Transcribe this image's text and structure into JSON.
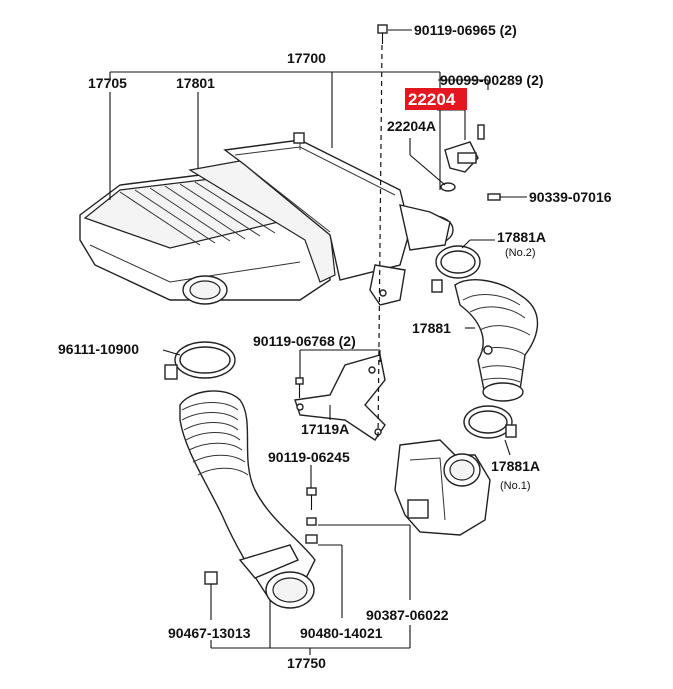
{
  "labels": {
    "bolt_top": "90119-06965 (2)",
    "assy_17700": "17700",
    "cap_17705": "17705",
    "element_17801": "17801",
    "screw_90099": "90099-00289 (2)",
    "highlight_22204": "22204",
    "sensor_22204a": "22204A",
    "clip_90339": "90339-07016",
    "clamp_17881a_no2": "17881A",
    "no2": "(No.2)",
    "clamp_96111": "96111-10900",
    "bolt_06768": "90119-06768 (2)",
    "hose_17881": "17881",
    "bracket_17119a": "17119A",
    "bolt_06245": "90119-06245",
    "clamp_17881a_no1": "17881A",
    "no1": "(No.1)",
    "clamp_90467": "90467-13013",
    "washer_90480": "90480-14021",
    "nut_90387": "90387-06022",
    "hose_17750": "17750"
  },
  "colors": {
    "highlight_bg": "#e4161f",
    "highlight_text": "#ffffff",
    "line": "#111111"
  }
}
